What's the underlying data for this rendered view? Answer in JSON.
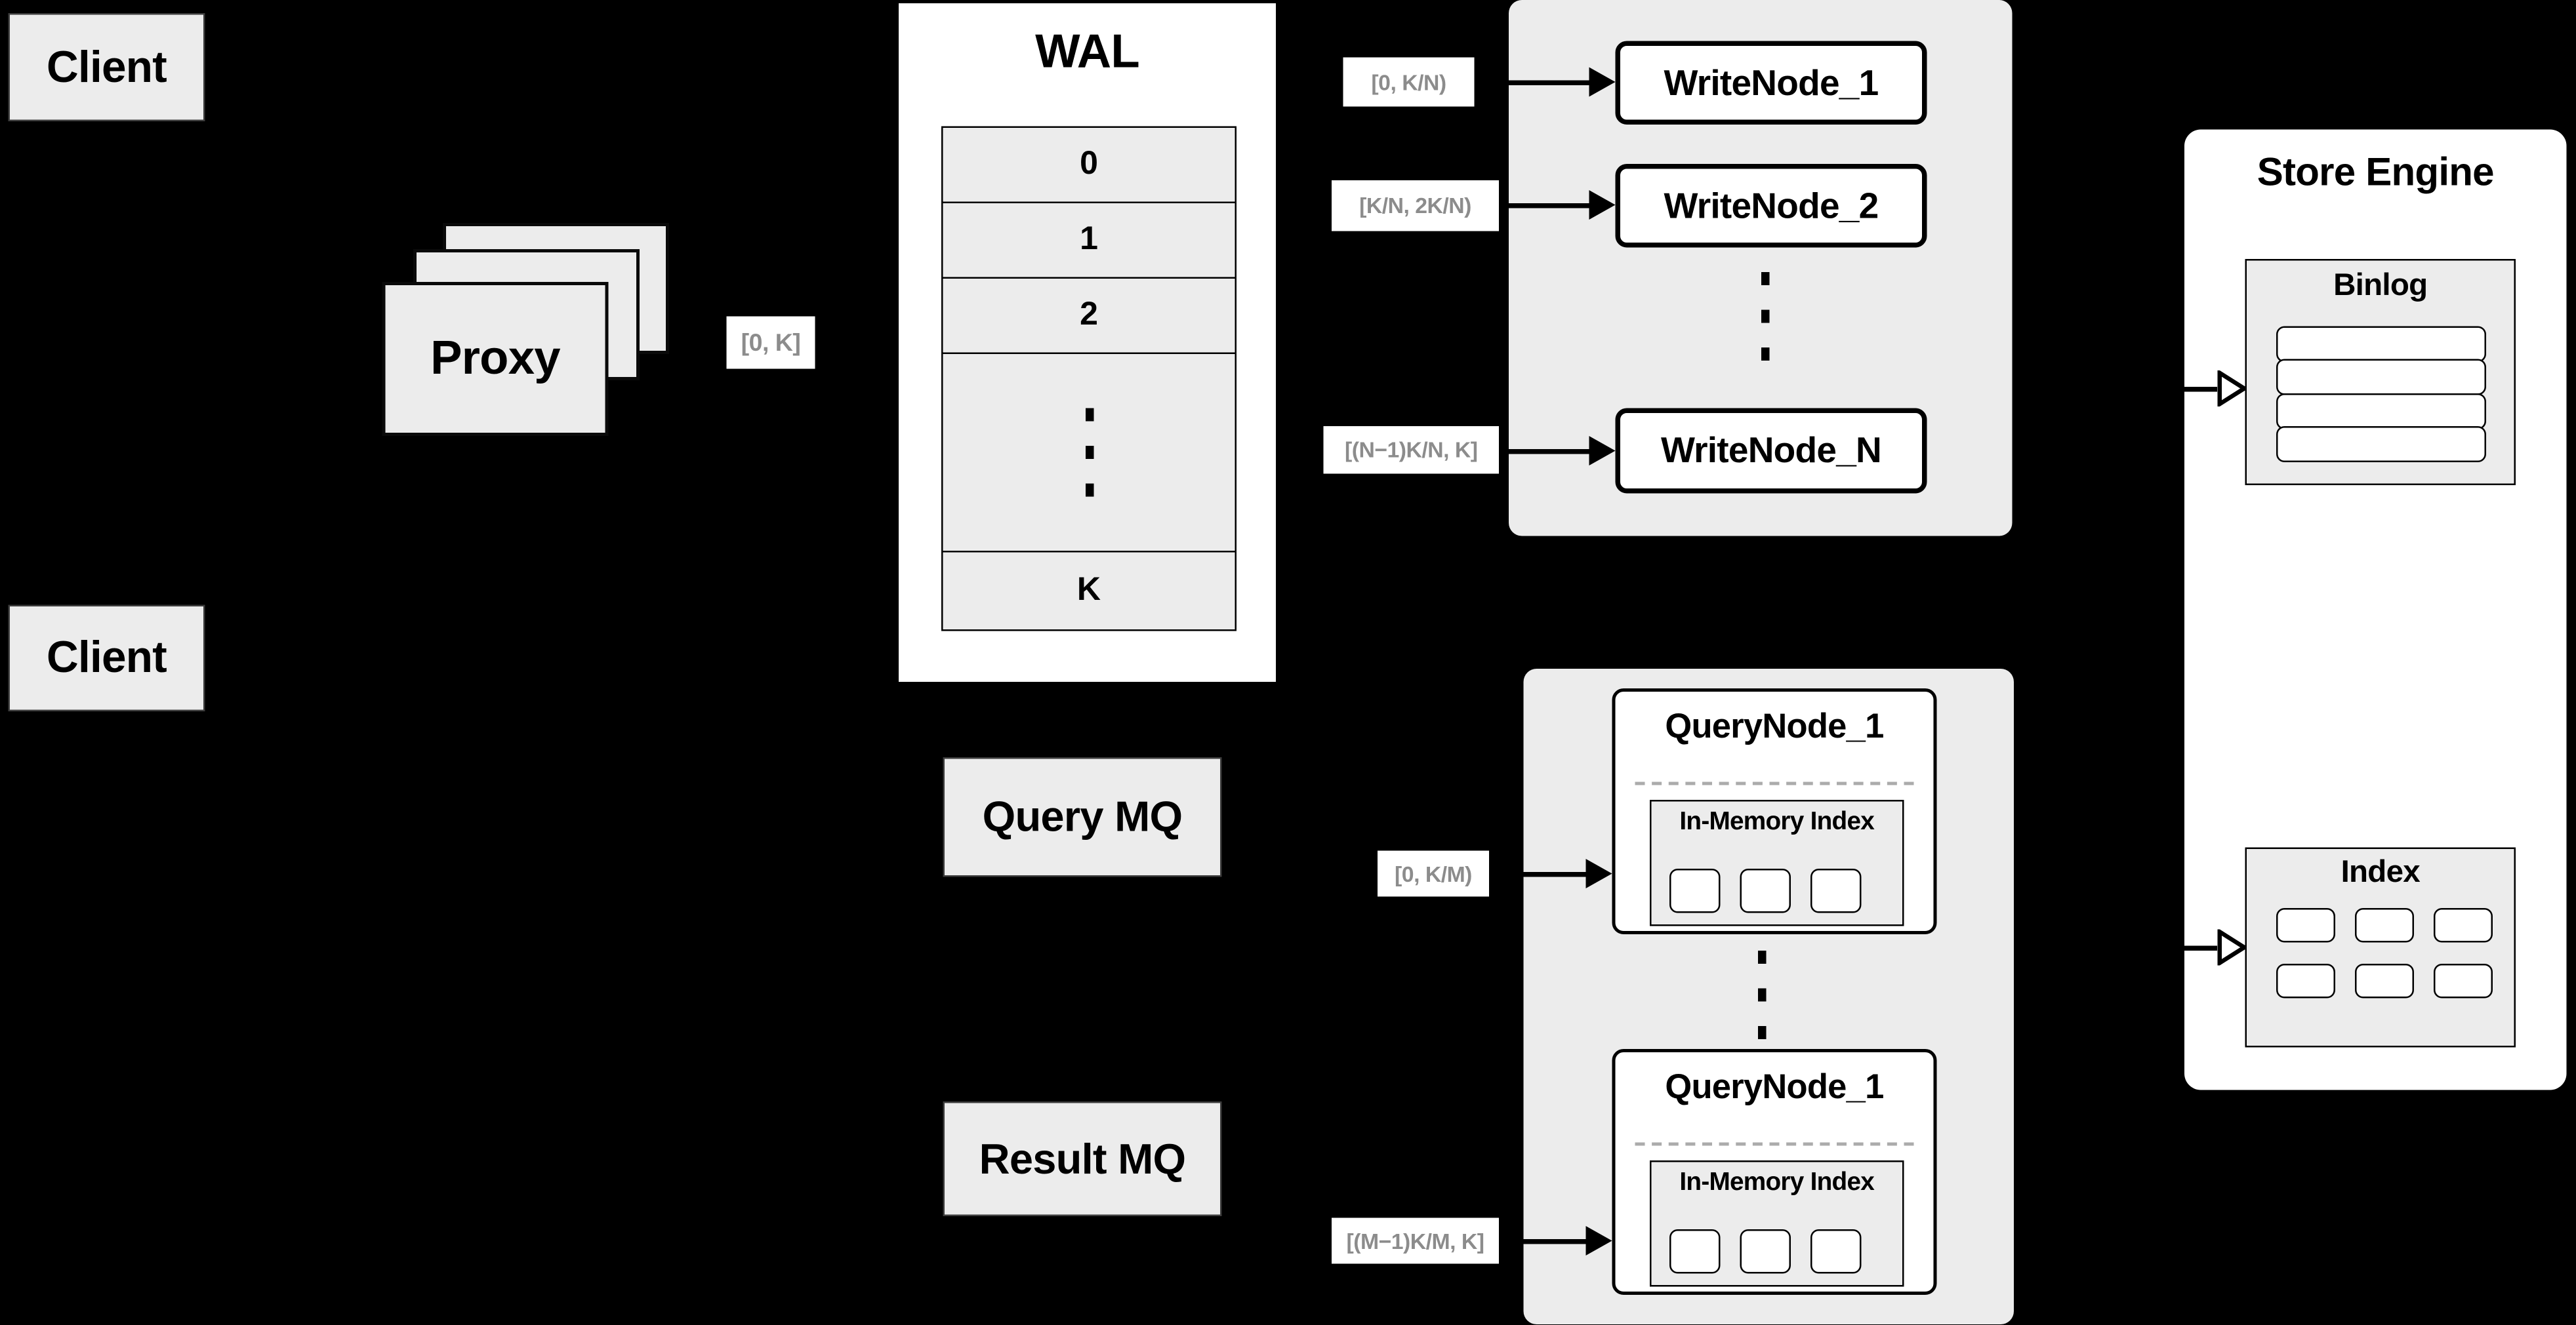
{
  "colors": {
    "background": "#000000",
    "panel_gray": "#ececec",
    "box_white": "#ffffff",
    "border_black": "#000000",
    "range_text_gray": "#8c8c8c"
  },
  "clients": {
    "top": "Client",
    "bottom": "Client"
  },
  "proxy": {
    "label": "Proxy",
    "range_out": "[0, K]"
  },
  "wal": {
    "title": "WAL",
    "rows": [
      "0",
      "1",
      "2"
    ],
    "last_row": "K"
  },
  "write_section": {
    "nodes": [
      {
        "range": "[0,  K/N)",
        "label": "WriteNode_1"
      },
      {
        "range": "[K/N, 2K/N)",
        "label": "WriteNode_2"
      },
      {
        "range": "[(N−1)K/N,  K]",
        "label": "WriteNode_N"
      }
    ]
  },
  "store_engine": {
    "title": "Store Engine",
    "binlog": {
      "title": "Binlog",
      "row_count": 4
    },
    "index": {
      "title": "Index",
      "cell_count": 6
    }
  },
  "mq": {
    "query": "Query MQ",
    "result": "Result MQ"
  },
  "query_section": {
    "nodes": [
      {
        "range": "[0, K/M)",
        "title": "QueryNode_1",
        "inner_title": "In-Memory Index"
      },
      {
        "range": "[(M−1)K/M, K]",
        "title": "QueryNode_1",
        "inner_title": "In-Memory Index"
      }
    ]
  }
}
